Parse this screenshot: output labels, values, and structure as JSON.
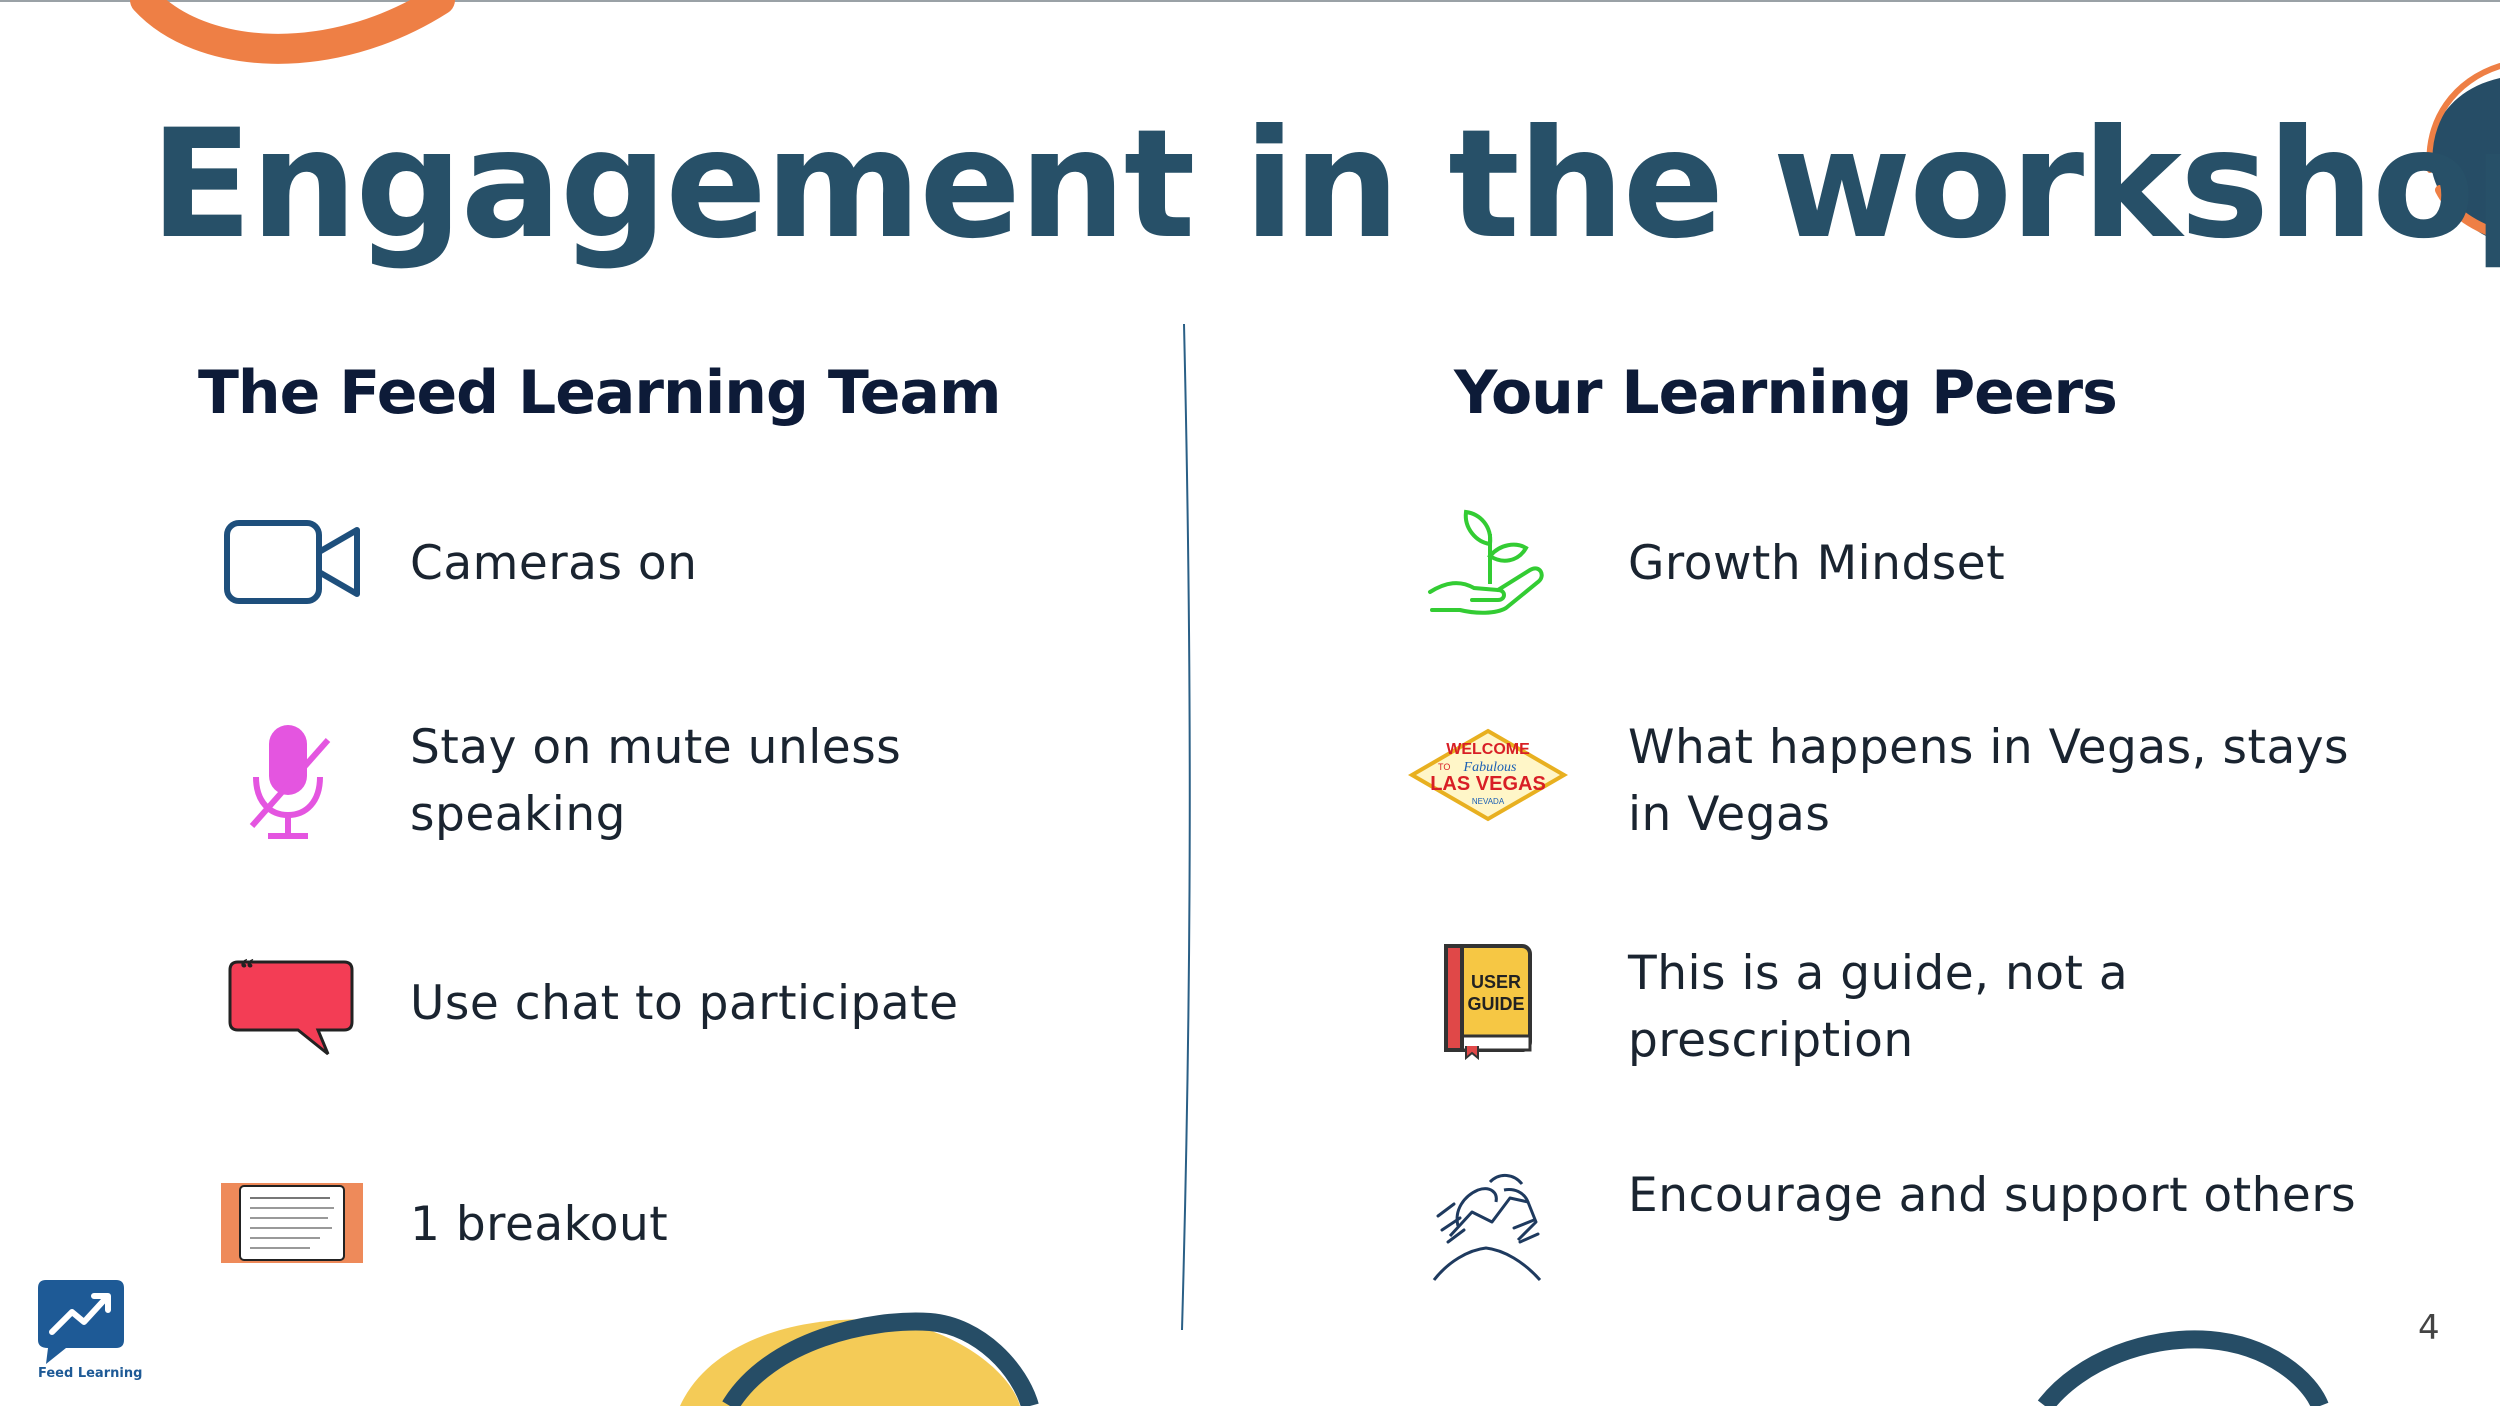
{
  "slide": {
    "title": "Engagement in the workshop",
    "page_number": "4",
    "logo_label": "Feed Learning"
  },
  "left_column": {
    "heading": "The Feed Learning Team",
    "items": [
      {
        "icon": "video-camera-icon",
        "text": "Cameras on"
      },
      {
        "icon": "muted-microphone-icon",
        "text": "Stay on mute unless speaking"
      },
      {
        "icon": "chat-bubble-icon",
        "text": "Use chat to participate"
      },
      {
        "icon": "breakout-card-icon",
        "text": "1 breakout"
      }
    ]
  },
  "right_column": {
    "heading": "Your Learning Peers",
    "items": [
      {
        "icon": "sprouting-plant-hand-icon",
        "text": "Growth Mindset"
      },
      {
        "icon": "las-vegas-sign-icon",
        "text": "What happens in Vegas, stays in Vegas",
        "sign_text": [
          "WELCOME",
          "TO",
          "Fabulous",
          "LAS VEGAS",
          "NEVADA"
        ]
      },
      {
        "icon": "user-guide-book-icon",
        "text": "This is a guide, not a prescription",
        "book_text": [
          "USER",
          "GUIDE"
        ]
      },
      {
        "icon": "handshake-icon",
        "text": "Encourage and support others"
      }
    ]
  },
  "colors": {
    "title": "#275068",
    "heading": "#0d1b38",
    "camera_icon": "#1e4f7c",
    "mic_icon": "#e455e0",
    "chat_bubble": "#f33d55",
    "plant_icon": "#33cc33",
    "decor_orange": "#ee7f45",
    "decor_navy": "#264d66",
    "decor_yellow": "#f4cb57"
  }
}
